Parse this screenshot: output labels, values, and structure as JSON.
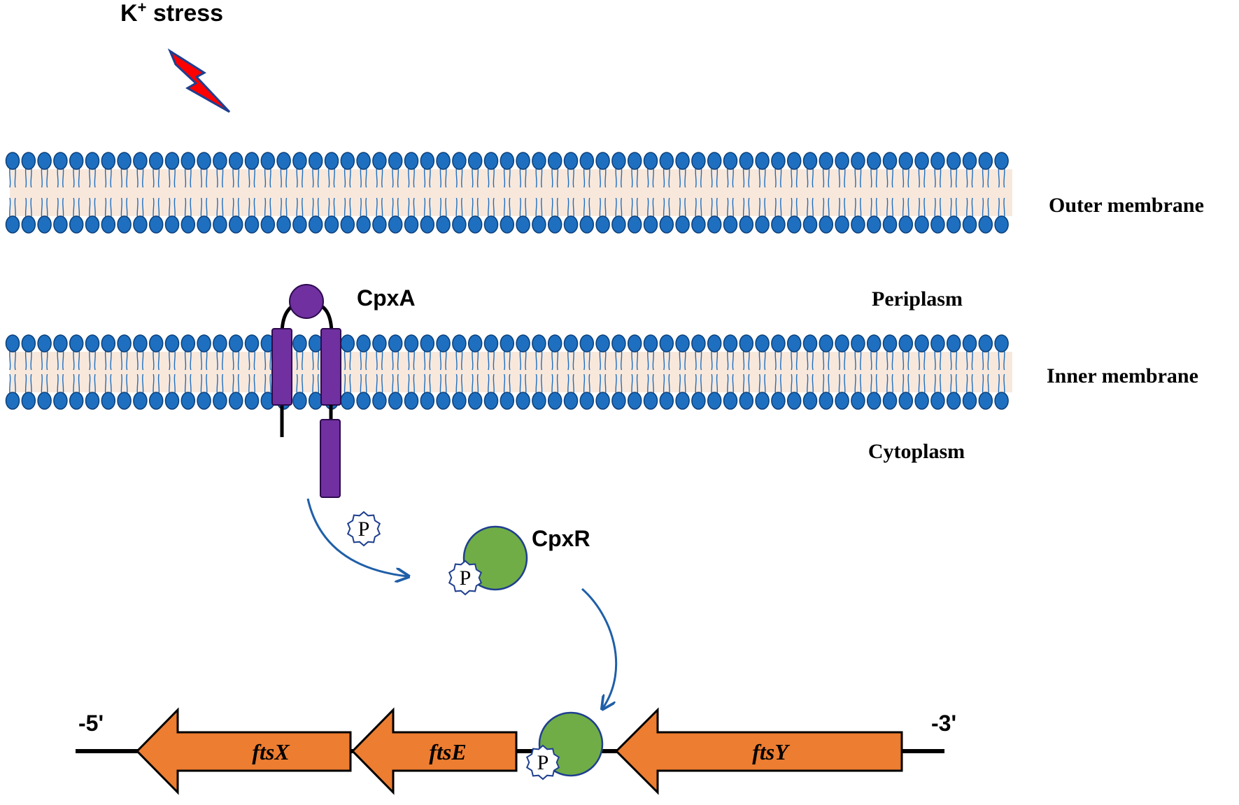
{
  "stress_label": "K",
  "stress_superscript": "+",
  "stress_suffix": " stress",
  "compartments": {
    "outer_membrane": "Outer membrane",
    "periplasm": "Periplasm",
    "inner_membrane": "Inner membrane",
    "cytoplasm": "Cytoplasm"
  },
  "proteins": {
    "sensor_kinase": "CpxA",
    "response_regulator": "CpxR"
  },
  "phosphate_label": "P",
  "dna": {
    "five_prime": "-5'",
    "three_prime": "-3'",
    "genes": [
      "ftsX",
      "ftsE",
      "ftsY"
    ]
  },
  "colors": {
    "lipid_head": "#1e6fc0",
    "lipid_head_edge": "#0b3f7a",
    "bilayer_core": "#f8e8dc",
    "cpxA": "#7030a0",
    "cpxR": "#70ad47",
    "gene_arrow": "#ed7d31",
    "flow_arrow": "#1f5fa8",
    "lightning": "#ff0000",
    "lightning_edge": "#1f3f8f"
  }
}
